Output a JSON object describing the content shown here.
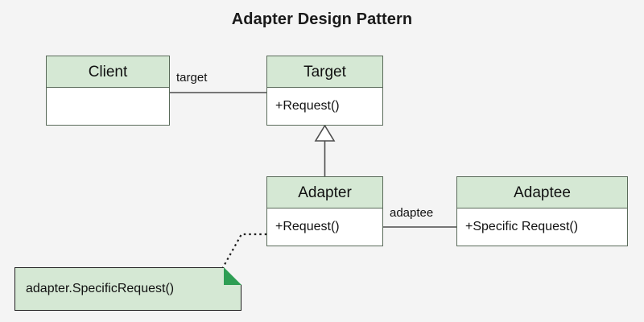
{
  "diagram": {
    "title": "Adapter Design Pattern",
    "type": "uml-class-diagram",
    "background_color": "#f4f4f4",
    "class_fill_color": "#ffffff",
    "class_header_color": "#d5e8d4",
    "class_border_color": "#5a6b5a",
    "note_fill_color": "#d5e8d4",
    "note_fold_color": "#2e9e54",
    "text_color": "#111111"
  },
  "classes": {
    "client": {
      "name": "Client",
      "members": [],
      "member_text": ""
    },
    "target": {
      "name": "Target",
      "members": [
        "+Request()"
      ],
      "member_text": "+Request()"
    },
    "adapter": {
      "name": "Adapter",
      "members": [
        "+Request()"
      ],
      "member_text": "+Request()"
    },
    "adaptee": {
      "name": "Adaptee",
      "members": [
        "+Specific Request()"
      ],
      "member_text": "+Specific Request()"
    }
  },
  "relationships": [
    {
      "id": "client-target",
      "from": "Client",
      "to": "Target",
      "type": "association",
      "label": "target"
    },
    {
      "id": "adapter-target",
      "from": "Adapter",
      "to": "Target",
      "type": "generalization",
      "label": ""
    },
    {
      "id": "adapter-adaptee",
      "from": "Adapter",
      "to": "Adaptee",
      "type": "association",
      "label": "adaptee"
    },
    {
      "id": "note-adapter",
      "from": "note",
      "to": "Adapter",
      "type": "note-link",
      "label": ""
    }
  ],
  "note": {
    "text": "adapter.SpecificRequest()"
  }
}
